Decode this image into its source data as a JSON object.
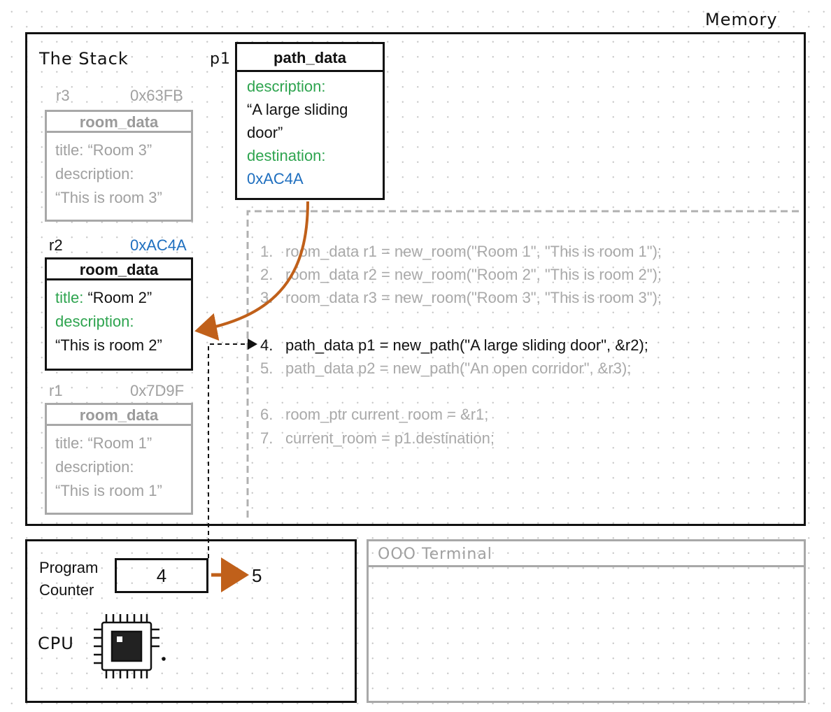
{
  "memory": {
    "title": "Memory",
    "stack_label": "The Stack"
  },
  "stack": {
    "r3": {
      "var": "r3",
      "address": "0x63FB",
      "type": "room_data",
      "title_label": "title:",
      "title_value": "“Room 3”",
      "desc_label": "description:",
      "desc_value": "“This is room 3”"
    },
    "r2": {
      "var": "r2",
      "address": "0xAC4A",
      "type": "room_data",
      "title_label": "title:",
      "title_value": "“Room 2”",
      "desc_label": "description:",
      "desc_value": "“This is room 2”"
    },
    "r1": {
      "var": "r1",
      "address": "0x7D9F",
      "type": "room_data",
      "title_label": "title:",
      "title_value": "“Room 1”",
      "desc_label": "description:",
      "desc_value": "“This is room 1”"
    }
  },
  "p1": {
    "var": "p1",
    "type": "path_data",
    "desc_label": "description:",
    "desc_line1": "“A large sliding",
    "desc_line2": "door”",
    "dest_label": "destination:",
    "dest_value": "0xAC4A"
  },
  "code": [
    {
      "num": "1.",
      "text": "room_data r1 = new_room(\"Room 1\", \"This is room 1\");",
      "active": false
    },
    {
      "num": "2.",
      "text": "room_data r2 = new_room(\"Room 2\", \"This is room 2\");",
      "active": false
    },
    {
      "num": "3.",
      "text": "room_data r3 = new_room(\"Room 3\", \"This is room 3\");",
      "active": false
    },
    {
      "num": "4.",
      "text": "path_data p1 = new_path(\"A large sliding door\", &r2);",
      "active": true
    },
    {
      "num": "5.",
      "text": "path_data p2 = new_path(\"An open corridor\", &r3);",
      "active": false
    },
    {
      "num": "6.",
      "text": "room_ptr current_room = &r1;",
      "active": false
    },
    {
      "num": "7.",
      "text": "current_room = p1.destination;",
      "active": false
    }
  ],
  "cpu": {
    "pc_label_line1": "Program",
    "pc_label_line2": "Counter",
    "pc_value": "4",
    "pc_next": "5",
    "cpu_label": "CPU"
  },
  "terminal": {
    "title": "OOO Terminal"
  },
  "colors": {
    "pointer_arrow": "#c0601a",
    "green_label": "#2ea44f",
    "blue_value": "#1f6fbf",
    "inactive_grey": "#a8a8a8"
  }
}
